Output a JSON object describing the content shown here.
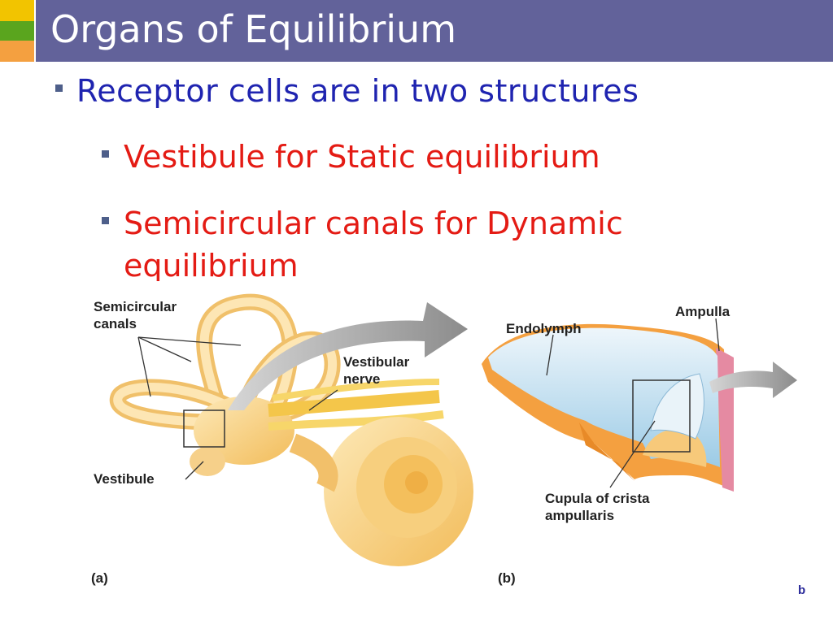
{
  "slide": {
    "title": "Organs of Equilibrium",
    "bullets": [
      {
        "level": 1,
        "text": "Receptor cells are in two structures"
      },
      {
        "level": 2,
        "text": "Vestibule for Static equilibrium"
      },
      {
        "level": 2,
        "line1": "Semicircular canals for Dynamic",
        "line2": "equilibrium"
      }
    ]
  },
  "figure": {
    "panel_a": {
      "tag": "(a)",
      "labels": {
        "semicircular_line1": "Semicircular",
        "semicircular_line2": "canals",
        "vestibular_line1": "Vestibular",
        "vestibular_line2": "nerve",
        "vestibule": "Vestibule"
      }
    },
    "panel_b": {
      "tag": "(b)",
      "labels": {
        "endolymph": "Endolymph",
        "ampulla": "Ampulla",
        "cupula_line1": "Cupula of crista",
        "cupula_line2": "ampullaris"
      }
    },
    "footer_mark": "b"
  }
}
